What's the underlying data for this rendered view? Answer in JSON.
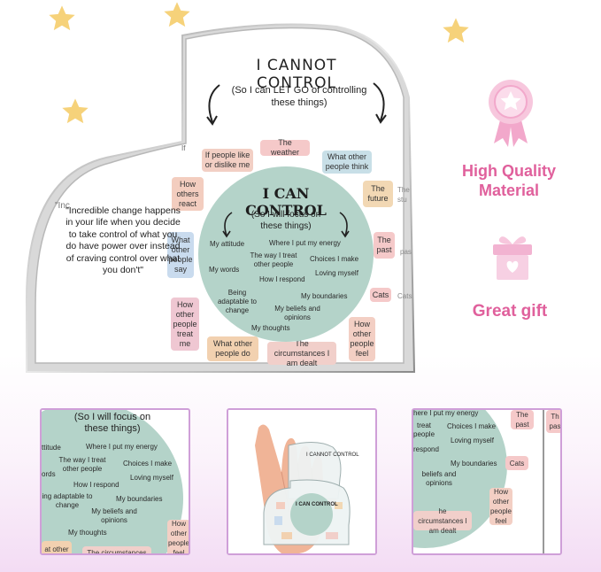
{
  "heading": {
    "cannot_title": "I CANNOT CONTROL",
    "cannot_subtitle_1": "(So I can LET GO of controlling",
    "cannot_subtitle_2": "these things)",
    "can_title": "I CAN CONTROL",
    "can_subtitle_1": "(So I will focus on",
    "can_subtitle_2": "these things)"
  },
  "cannot_items": {
    "people_like": "If people like or dislike me",
    "weather": "The weather",
    "people_think": "What other people think",
    "others_react": "How others react",
    "others_say": "What other people say",
    "others_treat": "How other people treat me",
    "others_do": "What other people do",
    "circumstances": "The circumstances I am dealt",
    "future": "The future",
    "past": "The past",
    "cats": "Cats",
    "others_feel": "How other people feel"
  },
  "can_items": {
    "attitude": "My attitude",
    "energy": "Where I put my energy",
    "treat": "The way I treat other people",
    "choices": "Choices I make",
    "words": "My words",
    "loving": "Loving myself",
    "respond": "How I respond",
    "adaptable": "Being adaptable to change",
    "boundaries": "My boundaries",
    "beliefs": "My beliefs and opinions",
    "thoughts": "My thoughts"
  },
  "quote": "\"Incredible change happens in your life when you decide to take control of what you do have power over instead of craving control over what you don't\"",
  "ghost": {
    "if": "If",
    "inc": "\"Inc",
    "the": "The",
    "stu": "stu",
    "pas": "pas",
    "cats": "Cats"
  },
  "features": {
    "quality_1": "High Quality",
    "quality_2": "Material",
    "gift": "Great gift"
  },
  "thumb1": {
    "sub_1": "(So I will focus on",
    "sub_2": "these things)",
    "attitude": "ttitude",
    "energy": "Where I put my energy",
    "treat": "The way I treat other people",
    "choices": "Choices I make",
    "words": "ords",
    "loving": "Loving myself",
    "respond": "How I respond",
    "adaptable": "ing adaptable to change",
    "boundaries": "My boundaries",
    "beliefs": "My beliefs and opinions",
    "thoughts": "My thoughts",
    "other": "at other",
    "circumstances": "The circumstances",
    "how": "How other people feel"
  },
  "thumb3": {
    "energy": "here I put my energy",
    "past1": "The past",
    "past2": "Th pas",
    "treat": "treat people",
    "choices": "Choices I make",
    "loving": "Loving myself",
    "respond": "respond",
    "cats": "Cats",
    "boundaries": "My boundaries",
    "beliefs": "beliefs and opinions",
    "feel": "How other people feel",
    "circumstances": "he circumstances I am dealt"
  },
  "mini": {
    "cannot": "I CANNOT CONTROL",
    "can": "I CAN CONTROL"
  },
  "colors": {
    "circle": "#b4d3c9",
    "accent_pink": "#e0609c",
    "thumb_border": "#cf9fd8",
    "star": "#f6d27a"
  },
  "icons": {
    "star": "star-icon",
    "ribbon": "award-ribbon-icon",
    "gift": "gift-box-icon",
    "arrow": "curved-arrow-icon"
  }
}
